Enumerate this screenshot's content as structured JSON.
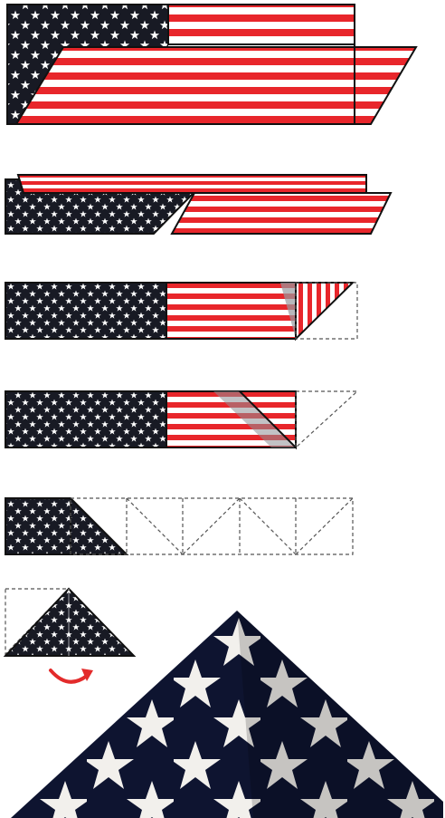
{
  "steps": [
    {
      "id": "step-1",
      "action": "fold-lengthwise-half"
    },
    {
      "id": "step-2",
      "action": "fold-lengthwise-quarter"
    },
    {
      "id": "step-3",
      "action": "first-triangle-fold"
    },
    {
      "id": "step-4",
      "action": "triangle-fold-repeated"
    },
    {
      "id": "step-5",
      "action": "triangle-folds-continue-to-union"
    },
    {
      "id": "step-6",
      "action": "tuck-remaining-end"
    }
  ],
  "colors": {
    "stripe_red": "#e8262b",
    "stripe_white": "#ffffff",
    "union": "#181a24",
    "outline": "#111111",
    "dashed": "#555555",
    "arrow": "#e32b2b",
    "photo_union": "#0e1430",
    "star": "#ffffff"
  },
  "icons": [
    "star-icon",
    "curved-arrow-icon"
  ]
}
